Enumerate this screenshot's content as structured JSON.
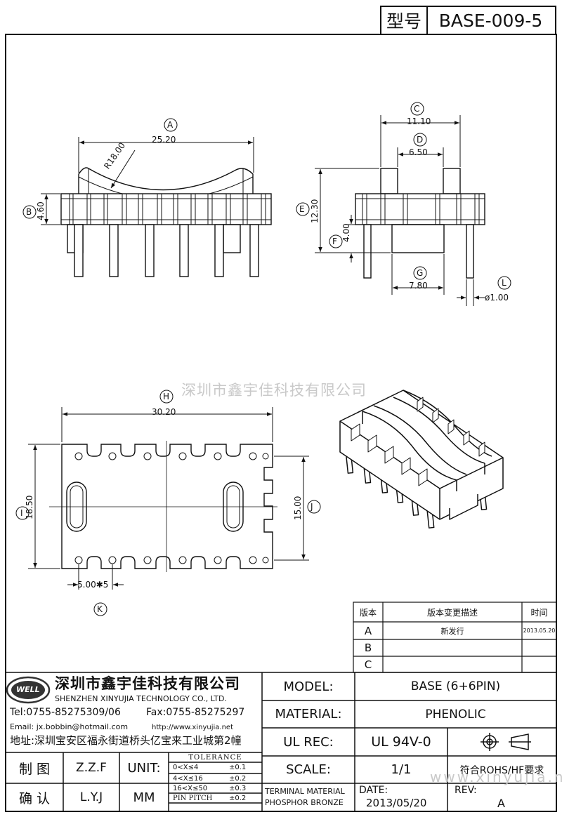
{
  "header": {
    "model_label": "型号",
    "model_code": "BASE-009-5"
  },
  "dimensions": {
    "A": {
      "letter": "A",
      "value": "25.20"
    },
    "B": {
      "letter": "B",
      "value": "4.60"
    },
    "R": {
      "value": "R18.00"
    },
    "C": {
      "letter": "C",
      "value": "11.10"
    },
    "D": {
      "letter": "D",
      "value": "6.50"
    },
    "E": {
      "letter": "E",
      "value": "12.30"
    },
    "F": {
      "letter": "F",
      "value": "4.00"
    },
    "G": {
      "letter": "G",
      "value": "7.80"
    },
    "L": {
      "letter": "L",
      "value": "ø1.00"
    },
    "H": {
      "letter": "H",
      "value": "30.20"
    },
    "I": {
      "letter": "I",
      "value": "18.50"
    },
    "J": {
      "letter": "J",
      "value": "15.00"
    },
    "K": {
      "letter": "K",
      "value": "5.00✱5"
    }
  },
  "watermarks": {
    "company": "深圳市鑫宇佳科技有限公司",
    "url": "www.xinyujia.net"
  },
  "revision_table": {
    "headers": [
      "版本",
      "版本变更描述",
      "时间"
    ],
    "rows": [
      {
        "version": "A",
        "description": "新发行",
        "date": "2013.05.20"
      },
      {
        "version": "B",
        "description": "",
        "date": ""
      },
      {
        "version": "C",
        "description": "",
        "date": ""
      }
    ]
  },
  "company": {
    "logo_text": "WELL",
    "name_cn": "深圳市鑫宇佳科技有限公司",
    "name_en": "SHENZHEN XINYUJIA TECHNOLOGY CO., LTD.",
    "tel": "Tel:0755-85275309/06",
    "fax": "Fax:0755-85275297",
    "email": "Email: jx.bobbin@hotmail.com",
    "website": "http://www.xinyujia.net",
    "address": "地址:深圳宝安区福永街道桥头亿宝来工业城第2幢"
  },
  "title_block": {
    "model_label": "MODEL:",
    "model_value": "BASE (6+6PIN)",
    "material_label": "MATERIAL:",
    "material_value": "PHENOLIC",
    "ulrec_label": "UL REC:",
    "ulrec_value": "UL 94V-0",
    "scale_label": "SCALE:",
    "scale_value": "1/1",
    "rohs": "符合ROHS/HF要求",
    "draw_label": "制 图",
    "draw_value": "Z.Z.F",
    "check_label": "确 认",
    "check_value": "L.Y.J",
    "unit_label": "UNIT:",
    "unit_value": "MM",
    "tolerance_title": "TOLERANCE",
    "tolerances": [
      {
        "range": "0<X≤4",
        "value": "±0.1"
      },
      {
        "range": "4<X≤16",
        "value": "±0.2"
      },
      {
        "range": "16<X≤50",
        "value": "±0.3"
      },
      {
        "range": "PIN PITCH",
        "value": "±0.2"
      }
    ],
    "terminal_label": "TERMINAL MATERIAL",
    "terminal_value": "PHOSPHOR BRONZE",
    "date_label": "DATE:",
    "date_value": "2013/05/20",
    "rev_label": "REV:",
    "rev_value": "A"
  }
}
